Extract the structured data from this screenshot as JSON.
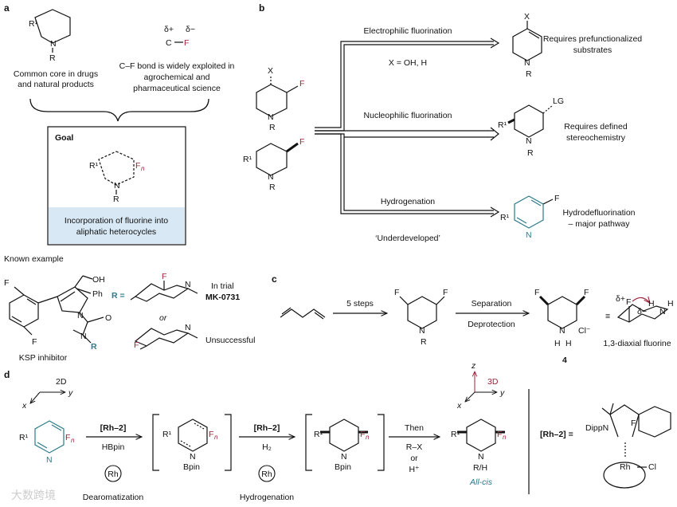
{
  "panels": {
    "a": "a",
    "b": "b",
    "c": "c",
    "d": "d"
  },
  "colors": {
    "teal": "#2c7a8a",
    "fluorine": "#a0203a",
    "goal_band": "#d8e8f5",
    "axis_z": "#a0203a"
  },
  "panel_a": {
    "piperidine_text": [
      "Common core in drugs",
      "and natural products"
    ],
    "cf_text": [
      "C–F bond is widely exploited in",
      "agrochemical and",
      "pharmaceutical science"
    ],
    "delta_plus": "δ+",
    "delta_minus": "δ−",
    "c_atom": "C",
    "f_atom": "F",
    "goal_title": "Goal",
    "goal_band": [
      "Incorporation of fluorine into",
      "aliphatic heterocycles"
    ],
    "r1": "R¹",
    "n": "N",
    "r": "R",
    "fn": "F",
    "fn_sub": "n"
  },
  "panel_b": {
    "x_label": "X",
    "f_label": "F",
    "routes": [
      {
        "label": "Electrophilic fluorination",
        "note": [
          "Requires prefunctionalized",
          "substrates"
        ],
        "sub": "X = OH, H"
      },
      {
        "label": "Nucleophilic fluorination",
        "note": [
          "Requires defined",
          "stereochemistry"
        ],
        "sub": ""
      },
      {
        "label": "Hydrogenation",
        "note": [
          "Hydrodefluorination",
          "– major pathway"
        ],
        "sub": "‘Underdeveloped’"
      }
    ],
    "lg": "LG"
  },
  "known": {
    "title": "Known example",
    "oh": "OH",
    "ph": "Ph",
    "o": "O",
    "n": "N",
    "r_eq": "R =",
    "in_trial": "In trial",
    "mk": "MK-0731",
    "or": "or",
    "unsuccessful": "Unsuccessful",
    "ksp": "KSP inhibitor"
  },
  "panel_c": {
    "steps": "5 steps",
    "separation": "Separation",
    "deprotection": "Deprotection",
    "compound": "4",
    "cl": "Cl⁻",
    "h": "H",
    "equiv": "≡",
    "axial": "1,3-diaxial fluorine",
    "dplus": "δ+",
    "dminus": "δ−"
  },
  "panel_d": {
    "dim2": "2D",
    "dim3": "3D",
    "ax_x": "x",
    "ax_y": "y",
    "ax_z": "z",
    "cat": "[Rh–2]",
    "hbpin": "HBpin",
    "h2": "H₂",
    "bpin": "Bpin",
    "then": "Then",
    "rx": "R–X",
    "or": "or",
    "hplus": "H⁺",
    "rh_h": "R/H",
    "allcis": "All-cis",
    "rh": "Rh",
    "dearom": "Dearomatization",
    "hydrog": "Hydrogenation",
    "cat_eq": "[Rh–2] =",
    "dipp": "DippN",
    "cl": "Cl"
  },
  "watermark": "大数跨境"
}
